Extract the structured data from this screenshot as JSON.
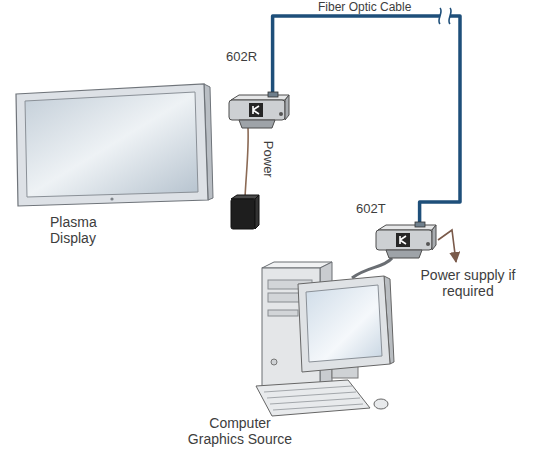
{
  "diagram": {
    "nodes": [
      {
        "text": [
          "602R"
        ]
      },
      {
        "text": [
          "Plasma Display"
        ]
      },
      {
        "text": [
          "602T"
        ]
      },
      {
        "text": [
          "Computer Graphics Source"
        ]
      }
    ],
    "edges": [
      {
        "from": 0,
        "to": 2,
        "label": "Fiber Optic Cable",
        "arrow": "none"
      }
    ],
    "labels": [
      "Power",
      "Power supply if required"
    ]
  }
}
